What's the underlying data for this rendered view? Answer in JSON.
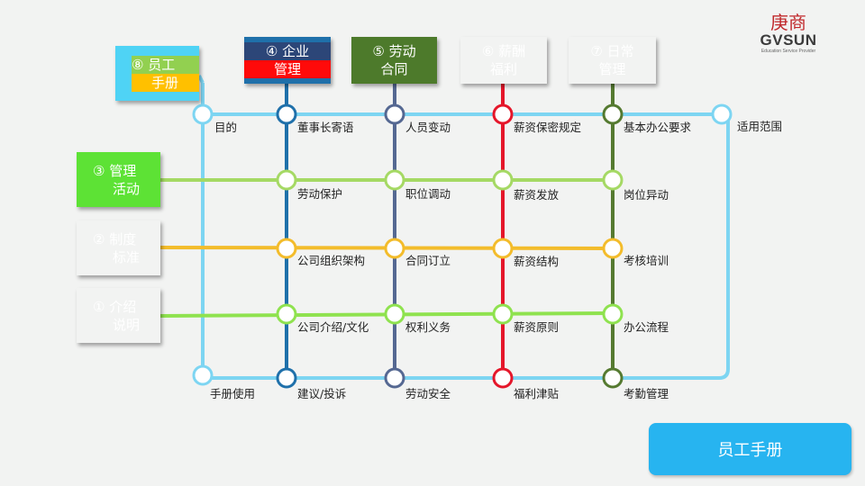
{
  "logo": {
    "chinese": "庚商",
    "brand": "GVSUN",
    "tagline": "Education Service Provider"
  },
  "column_boxes": [
    {
      "line1": "④ 企业",
      "line2": "管理",
      "color": "#1f70aa"
    },
    {
      "line1": "⑤ 劳动",
      "line2": "合同",
      "color": "#2c4678"
    },
    {
      "line1": "⑥ 薪酬",
      "line2": "福利",
      "color": "#ff0a0a"
    },
    {
      "line1": "⑦ 日常",
      "line2": "管理",
      "color": "#4d7a2b"
    }
  ],
  "row_boxes": [
    {
      "line1": "⑧ 员工",
      "line2": "手册",
      "color": "#4fd3f5"
    },
    {
      "line1": "③ 管理",
      "line2": "活动",
      "color": "#92d050"
    },
    {
      "line1": "② 制度",
      "line2": "标准",
      "color": "#ffc000"
    },
    {
      "line1": "① 介绍",
      "line2": "说明",
      "color": "#5de235"
    }
  ],
  "line_colors": {
    "loop": "#7dd5f2",
    "row_management": "#a5d964",
    "row_standards": "#f3bc2b",
    "row_intro": "#8fe24f",
    "col_enterprise": "#1f70aa",
    "col_labor": "#556892",
    "col_salary": "#e5162a",
    "col_daily": "#557a30"
  },
  "station_labels": {
    "purpose": "目的",
    "manual_use": "手册使用",
    "scope": "适用范围",
    "col_enterprise": [
      "董事长寄语",
      "劳动保护",
      "公司组织架构",
      "公司介绍/文化",
      "建议/投诉"
    ],
    "col_labor": [
      "人员变动",
      "职位调动",
      "合同订立",
      "权利义务",
      "劳动安全"
    ],
    "col_salary": [
      "薪资保密规定",
      "薪资发放",
      "薪资结构",
      "薪资原则",
      "福利津贴"
    ],
    "col_daily": [
      "基本办公要求",
      "岗位异动",
      "考核培训",
      "办公流程",
      "考勤管理"
    ]
  },
  "main_button": {
    "label": "员工手册"
  }
}
